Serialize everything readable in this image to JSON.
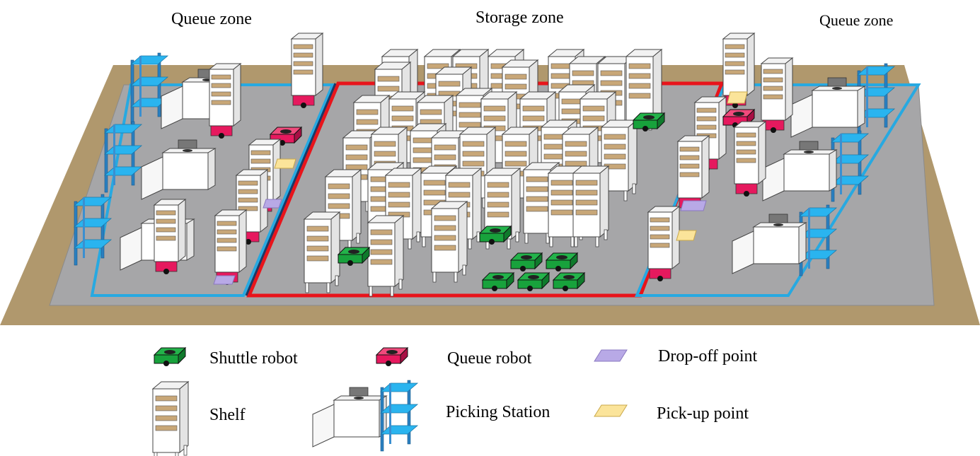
{
  "zones": {
    "queue_left": "Queue zone",
    "storage": "Storage zone",
    "queue_right": "Queue zone"
  },
  "legend": {
    "shuttle_robot": "Shuttle robot",
    "queue_robot": "Queue robot",
    "drop_off_point": "Drop-off point",
    "shelf": "Shelf",
    "picking_station": "Picking Station",
    "pick_up_point": "Pick-up point"
  },
  "colors": {
    "ground": "#b0986d",
    "floor": "#a6a6a8",
    "storage_border": "#e8141b",
    "queue_border": "#27a9e1",
    "shuttle_robot": "#18a23c",
    "queue_robot": "#e6195e",
    "rack": "#2ab4ef",
    "drop_off": "#b8a9e6",
    "pick_up": "#fbe49a",
    "shelf_body": "#ffffff",
    "shelf_tray": "#c8a778"
  }
}
